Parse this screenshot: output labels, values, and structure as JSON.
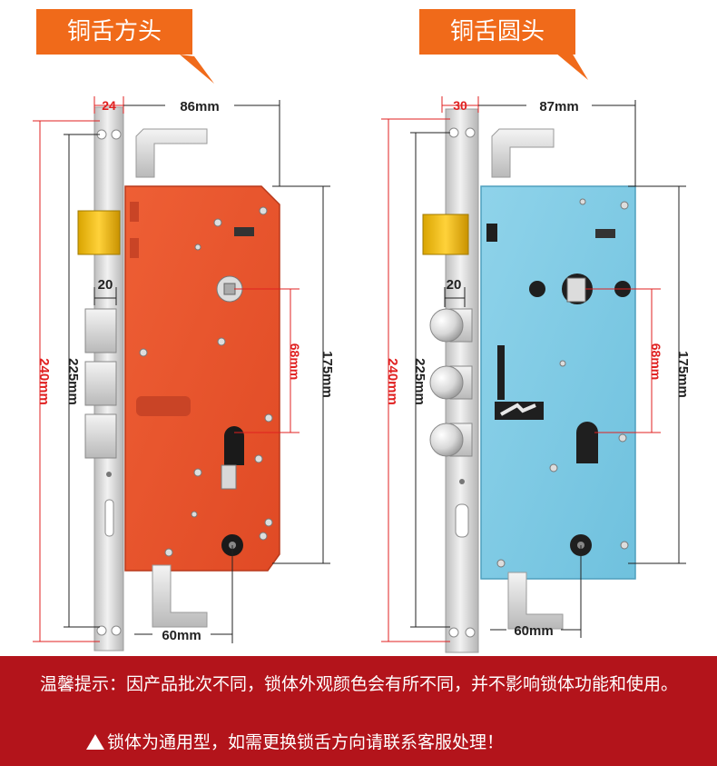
{
  "labels": {
    "left_title": "铜舌方头",
    "right_title": "铜舌圆头"
  },
  "left_lock": {
    "faceplate_width": "24",
    "body_depth": "86mm",
    "total_height": "240mm",
    "fix_height": "225mm",
    "bolt_width": "20",
    "handle_cyl_distance": "68mm",
    "body_height": "175mm",
    "backset": "60mm",
    "color": "#e8542e"
  },
  "right_lock": {
    "faceplate_width": "30",
    "body_depth": "87mm",
    "total_height": "240mm",
    "fix_height": "225mm",
    "bolt_width": "20",
    "handle_cyl_distance": "68mm",
    "body_height": "175mm",
    "backset": "60mm",
    "color": "#7ecbe6"
  },
  "footer": {
    "notice": "温馨提示：因产品批次不同，锁体外观颜色会有所不同，并不影响锁体功能和使用。",
    "note2": "锁体为通用型，如需更换锁舌方向请联系客服处理！"
  },
  "colors": {
    "dimension_red": "#e02020",
    "tag_orange": "#f06a1a",
    "footer_red": "#b3141b"
  }
}
